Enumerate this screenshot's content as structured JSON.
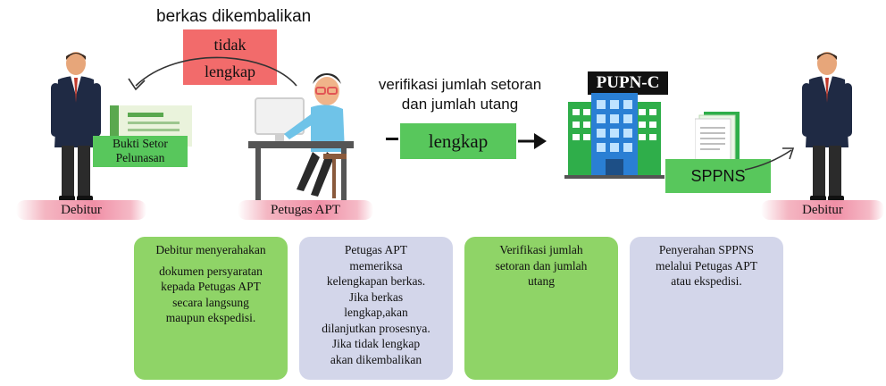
{
  "top": {
    "returned_caption": "berkas dikembalikan",
    "incomplete_line1": "tidak",
    "incomplete_line2": "lengkap",
    "verify_line1": "verifikasi jumlah setoran",
    "verify_line2": "dan jumlah utang",
    "complete_label": "lengkap"
  },
  "left": {
    "receipt_line1": "Bukti Setor",
    "receipt_line2": "Pelunasan",
    "debtor_label": "Debitur"
  },
  "officer": {
    "label": "Petugas APT"
  },
  "building": {
    "sign": "PUPN-C"
  },
  "right": {
    "doc_label": "SPPNS",
    "debtor_label": "Debitur"
  },
  "steps": [
    {
      "lines": [
        "Debitur menyerahakan",
        "dokumen persyaratan",
        "kepada Petugas APT",
        "secara langsung",
        "maupun ekspedisi."
      ]
    },
    {
      "lines": [
        "Petugas APT",
        "memeriksa",
        "kelengkapan berkas.",
        "Jika berkas",
        "lengkap,akan",
        "dilanjutkan prosesnya.",
        "Jika tidak lengkap",
        "akan dikembalikan"
      ]
    },
    {
      "lines": [
        "Verifikasi  jumlah",
        "setoran dan jumlah",
        "utang"
      ]
    },
    {
      "lines": [
        "Penyerahan SPPNS",
        "melalui Petugas APT",
        "atau ekspedisi."
      ]
    }
  ],
  "colors": {
    "red_box": "#f26b6b",
    "green_label": "#58c75c",
    "step_green": "#8fd467",
    "step_lavender": "#d3d6ea",
    "pink_label": "#f08fa6"
  }
}
